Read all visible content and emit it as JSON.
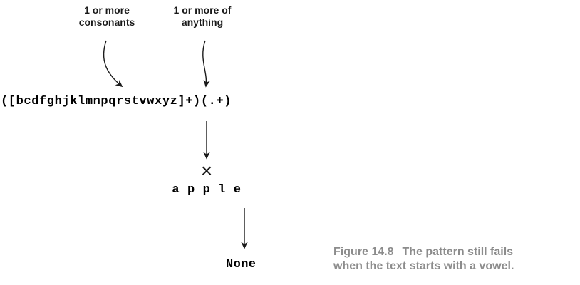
{
  "diagram": {
    "annotations": {
      "left": {
        "line1": "1 or more",
        "line2": "consonants"
      },
      "right": {
        "line1": "1 or more of",
        "line2": "anything"
      }
    },
    "pattern": "([bcdfghjklmnpqrstvwxyz]+)(.+)",
    "fail_icon": "×",
    "test_string": "a p p l e",
    "result": "None",
    "caption": {
      "label": "Figure 14.8",
      "line1": "The pattern still fails",
      "line2": "when the text starts with a vowel."
    },
    "colors": {
      "ink": "#1a1a1a",
      "caption_gray": "#8c8c8c"
    }
  }
}
